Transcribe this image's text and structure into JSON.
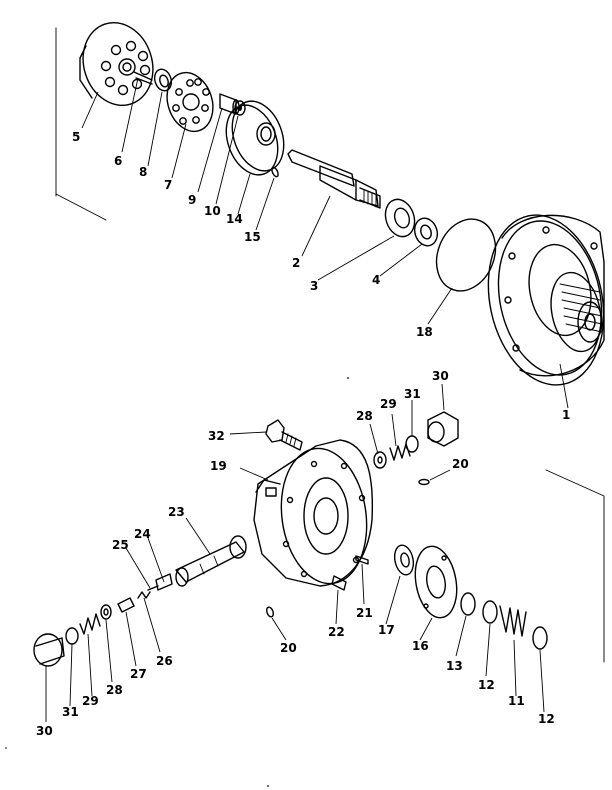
{
  "callouts": [
    {
      "id": "c1",
      "text": "1"
    },
    {
      "id": "c2",
      "text": "2"
    },
    {
      "id": "c3",
      "text": "3"
    },
    {
      "id": "c4",
      "text": "4"
    },
    {
      "id": "c5",
      "text": "5"
    },
    {
      "id": "c6",
      "text": "6"
    },
    {
      "id": "c7",
      "text": "7"
    },
    {
      "id": "c8",
      "text": "8"
    },
    {
      "id": "c9",
      "text": "9"
    },
    {
      "id": "c10",
      "text": "10"
    },
    {
      "id": "c14",
      "text": "14"
    },
    {
      "id": "c15",
      "text": "15"
    },
    {
      "id": "c18",
      "text": "18"
    },
    {
      "id": "c30a",
      "text": "30"
    },
    {
      "id": "c31a",
      "text": "31"
    },
    {
      "id": "c29a",
      "text": "29"
    },
    {
      "id": "c28a",
      "text": "28"
    },
    {
      "id": "c32",
      "text": "32"
    },
    {
      "id": "c20a",
      "text": "20"
    },
    {
      "id": "c19",
      "text": "19"
    },
    {
      "id": "c23",
      "text": "23"
    },
    {
      "id": "c24",
      "text": "24"
    },
    {
      "id": "c25",
      "text": "25"
    },
    {
      "id": "c21",
      "text": "21"
    },
    {
      "id": "c22",
      "text": "22"
    },
    {
      "id": "c17",
      "text": "17"
    },
    {
      "id": "c16",
      "text": "16"
    },
    {
      "id": "c13",
      "text": "13"
    },
    {
      "id": "c12a",
      "text": "12"
    },
    {
      "id": "c11",
      "text": "11"
    },
    {
      "id": "c12b",
      "text": "12"
    },
    {
      "id": "c20b",
      "text": "20"
    },
    {
      "id": "c26",
      "text": "26"
    },
    {
      "id": "c27",
      "text": "27"
    },
    {
      "id": "c28b",
      "text": "28"
    },
    {
      "id": "c29b",
      "text": "29"
    },
    {
      "id": "c31b",
      "text": "31"
    },
    {
      "id": "c30b",
      "text": "30"
    }
  ]
}
